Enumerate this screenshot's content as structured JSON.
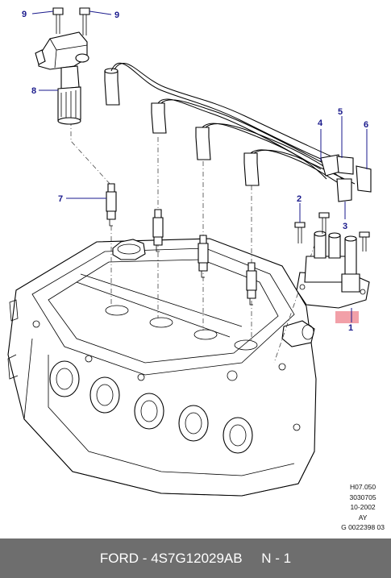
{
  "callouts": {
    "c9a": "9",
    "c9b": "9",
    "c8": "8",
    "c7": "7",
    "c5": "5",
    "c4": "4",
    "c6": "6",
    "c2": "2",
    "c3": "3",
    "c1": "1"
  },
  "meta": {
    "line1": "H07.050",
    "line2": "3030705",
    "line3": "10-2002",
    "line4": "AY",
    "line5": "G 0022398 03"
  },
  "footer": {
    "text": "FORD - 4S7G12029AB     N - 1"
  },
  "colors": {
    "callout": "#1a1a8c",
    "highlight": "#f2a0a8",
    "footer_bg": "#6e6e6e"
  }
}
